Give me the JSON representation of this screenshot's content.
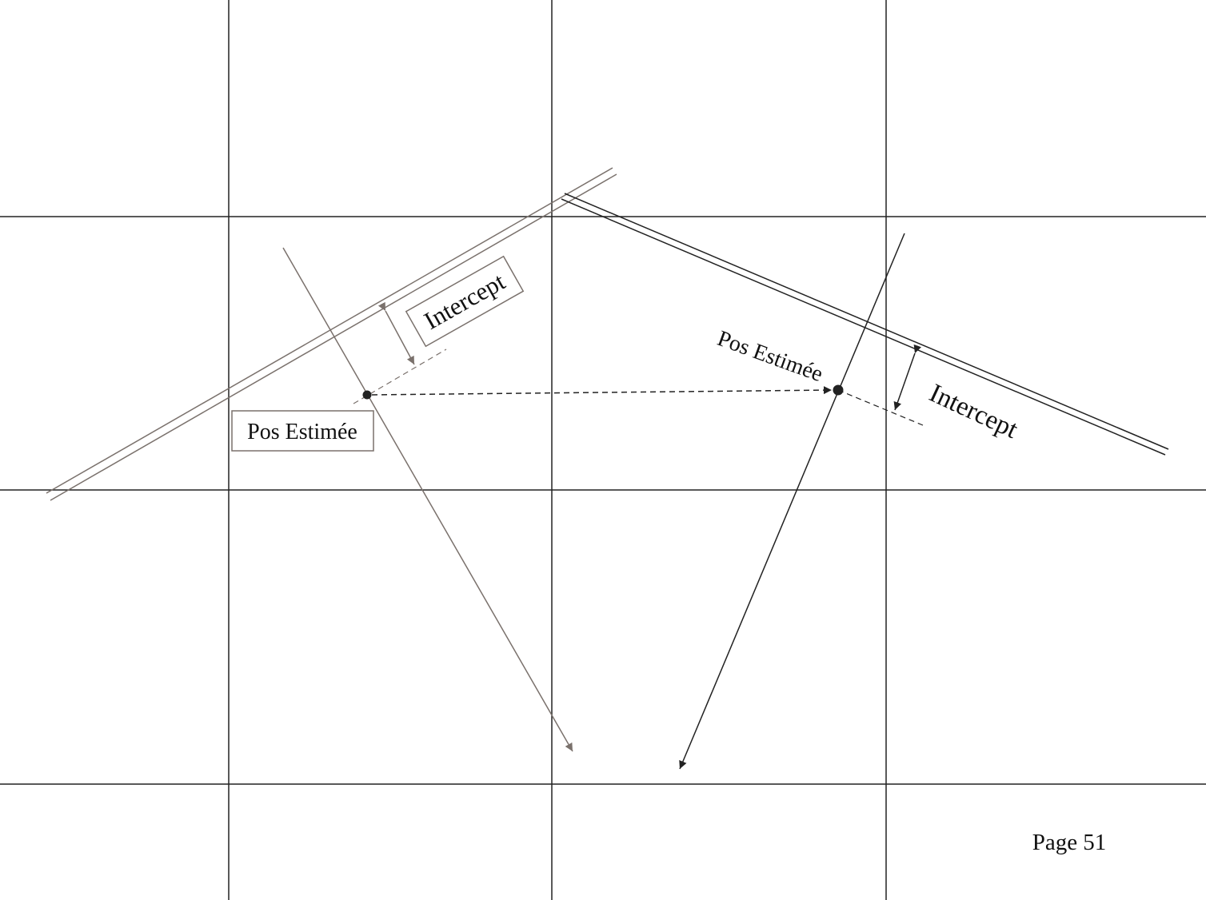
{
  "left_plot": {
    "estimated_position_label": "Pos Estimée",
    "intercept_label": "Intercept"
  },
  "right_plot": {
    "estimated_position_label": "Pos Estimée",
    "intercept_label": "Intercept"
  },
  "footer": {
    "page_label": "Page 51"
  },
  "colors": {
    "grid": "#222222",
    "left_construction": "#7a716c",
    "right_construction": "#222222",
    "text": "#111111"
  }
}
